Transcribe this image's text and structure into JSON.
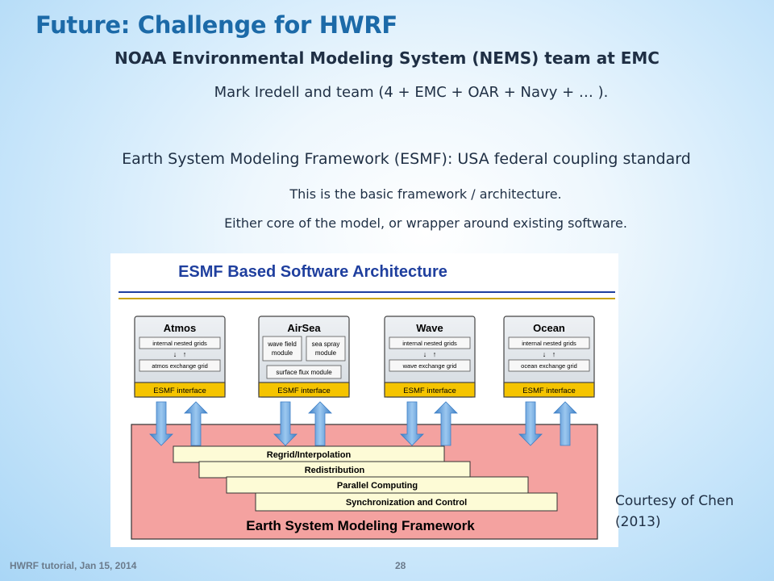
{
  "slide": {
    "title": "Future: Challenge for HWRF",
    "line1": "NOAA Environmental Modeling System (NEMS) team at EMC",
    "line2": "Mark Iredell and team (4 + EMC + OAR + Navy + … ).",
    "line3": "Earth System Modeling Framework (ESMF): USA federal coupling standard",
    "line4": "This is the basic framework / architecture.",
    "line5": "Either core of the model, or wrapper around existing software.",
    "courtesy": "Courtesy of Chen (2013)",
    "footer": "HWRF tutorial, Jan 15, 2014",
    "page_number": "28"
  },
  "diagram": {
    "title": "ESMF Based Software Architecture",
    "components": [
      {
        "name": "Atmos",
        "inner_top": "internal nested grids",
        "inner_bottom": "atmos exchange grid",
        "interface": "ESMF interface"
      },
      {
        "name": "AirSea",
        "module_left": "wave field module",
        "module_right": "sea spray module",
        "module_bottom": "surface flux module",
        "interface": "ESMF interface"
      },
      {
        "name": "Wave",
        "inner_top": "internal nested grids",
        "inner_bottom": "wave exchange grid",
        "interface": "ESMF interface"
      },
      {
        "name": "Ocean",
        "inner_top": "internal nested grids",
        "inner_bottom": "ocean exchange grid",
        "interface": "ESMF interface"
      }
    ],
    "layers": [
      "Regrid/Interpolation",
      "Redistribution",
      "Parallel Computing",
      "Synchronization and Control"
    ],
    "framework_label": "Earth System Modeling Framework",
    "colors": {
      "title_blue": "#1f3f9e",
      "interface_yellow": "#f5c400",
      "framework_pink": "#f4a2a0",
      "layer_cream": "#fdfbd6",
      "arrow_blue": "#5b9bd5"
    }
  }
}
